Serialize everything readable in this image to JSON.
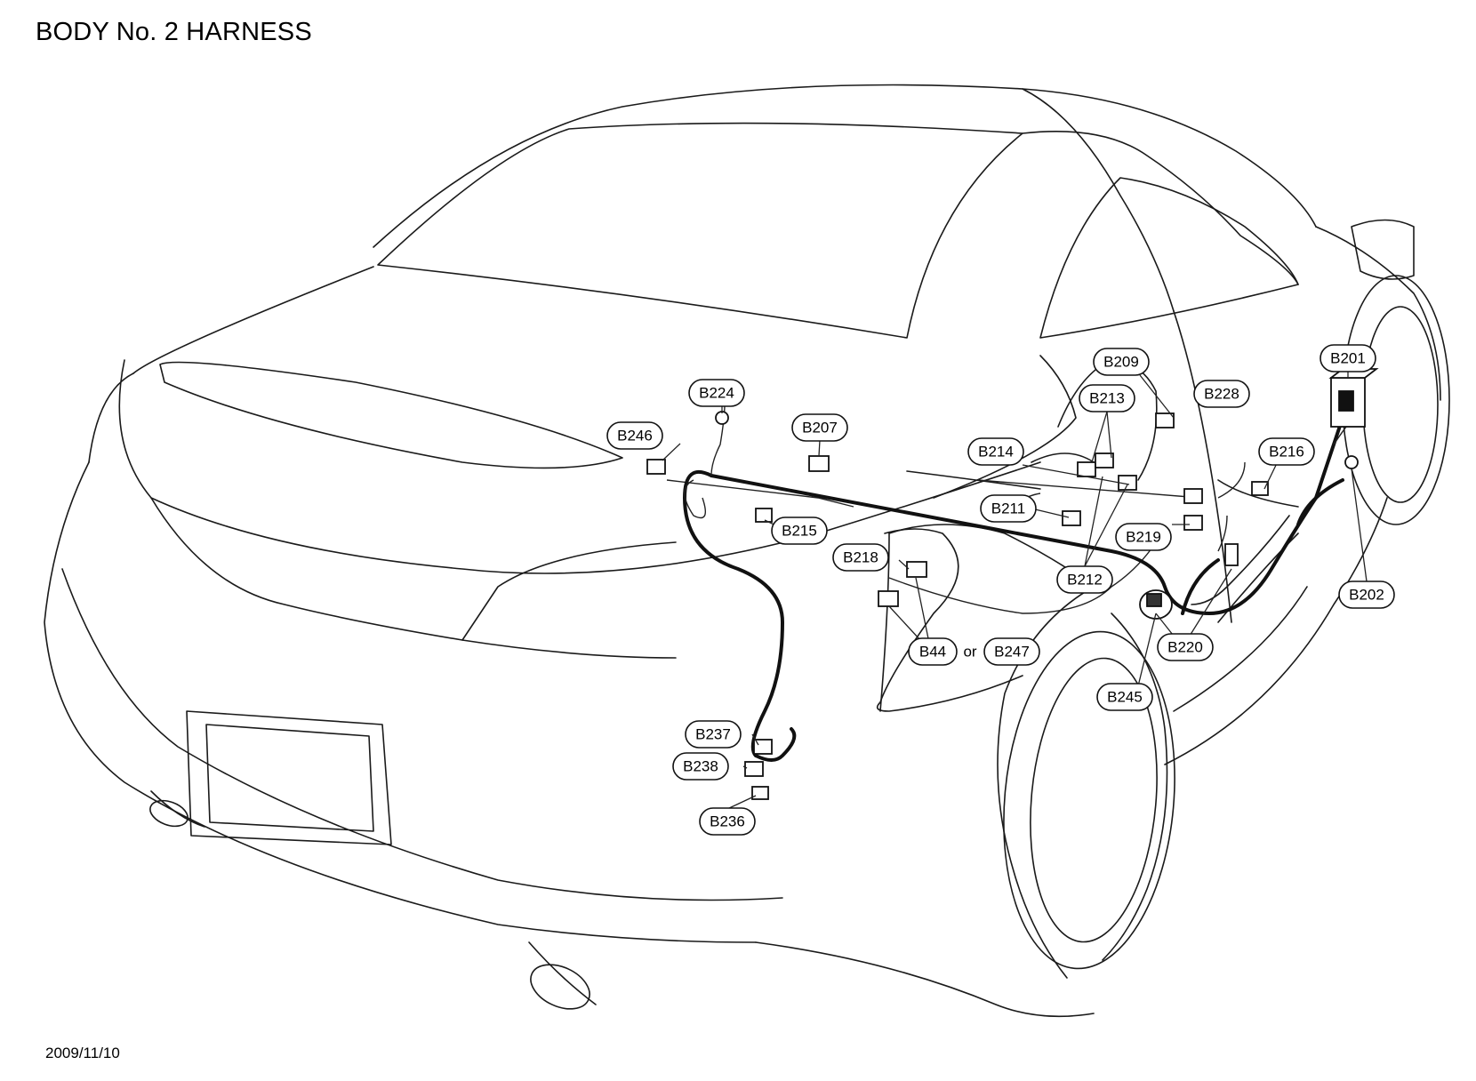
{
  "title": "BODY No. 2 HARNESS",
  "date": "2009/11/10",
  "connector_join_word": "or",
  "labels": {
    "b201": "B201",
    "b202": "B202",
    "b207": "B207",
    "b209": "B209",
    "b211": "B211",
    "b212": "B212",
    "b213": "B213",
    "b214": "B214",
    "b215": "B215",
    "b216": "B216",
    "b218": "B218",
    "b219": "B219",
    "b220": "B220",
    "b224": "B224",
    "b228": "B228",
    "b236": "B236",
    "b237": "B237",
    "b238": "B238",
    "b245": "B245",
    "b246": "B246",
    "b44": "B44",
    "b247": "B247"
  }
}
